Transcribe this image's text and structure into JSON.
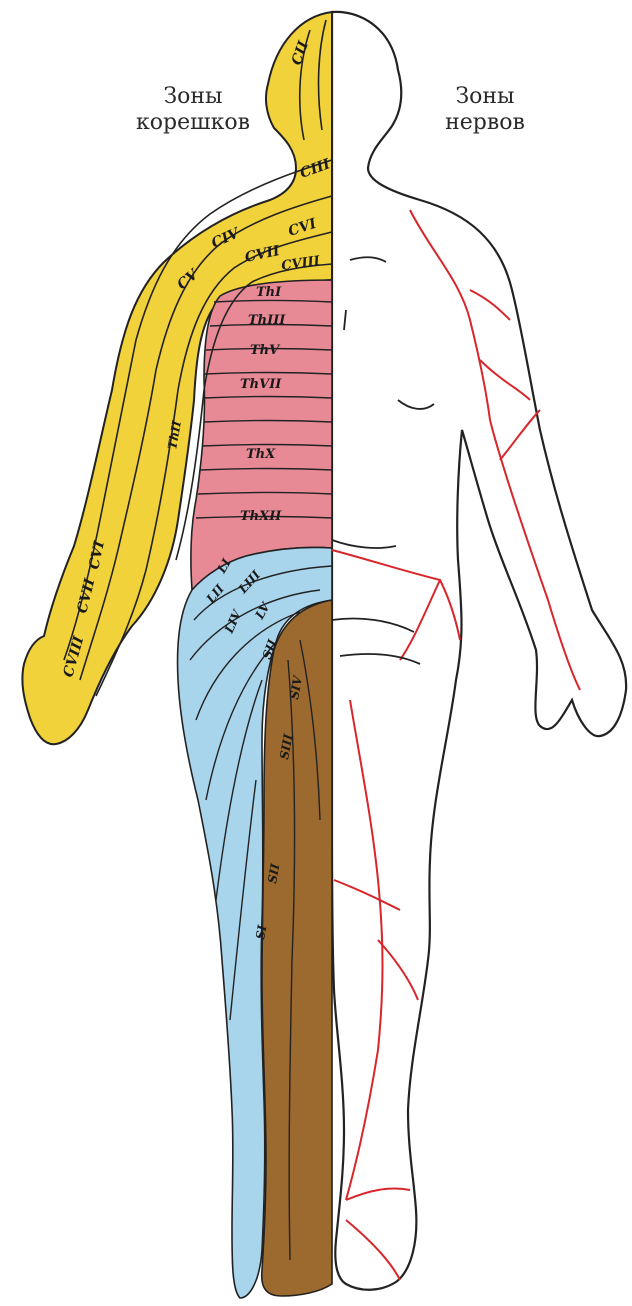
{
  "captions": {
    "left_line1": "Зоны",
    "left_line2": "корешков",
    "right_line1": "Зоны",
    "right_line2": "нервов"
  },
  "segments": {
    "cii": "CII",
    "ciii": "CIII",
    "civ": "CIV",
    "cv": "CV",
    "cvi": "CVI",
    "cvii": "CVII",
    "cviii": "CVIII",
    "thi": "ThI",
    "thiii": "ThIII",
    "thv": "ThV",
    "thvii": "ThVII",
    "thx": "ThX",
    "thxii": "ThXII",
    "thii": "ThII",
    "li": "LI",
    "lii": "LII",
    "liii": "LIII",
    "liv": "LIV",
    "lv": "LV",
    "si": "SI",
    "sii": "SII",
    "siii": "SIII",
    "siv": "SIV"
  },
  "colors": {
    "cervical": "#f2d23a",
    "thoracic": "#e88a96",
    "lumbar": "#a8d4ec",
    "sacral": "#9c6a2e",
    "nerve_lines": "#d8262a",
    "outline": "#222222"
  }
}
